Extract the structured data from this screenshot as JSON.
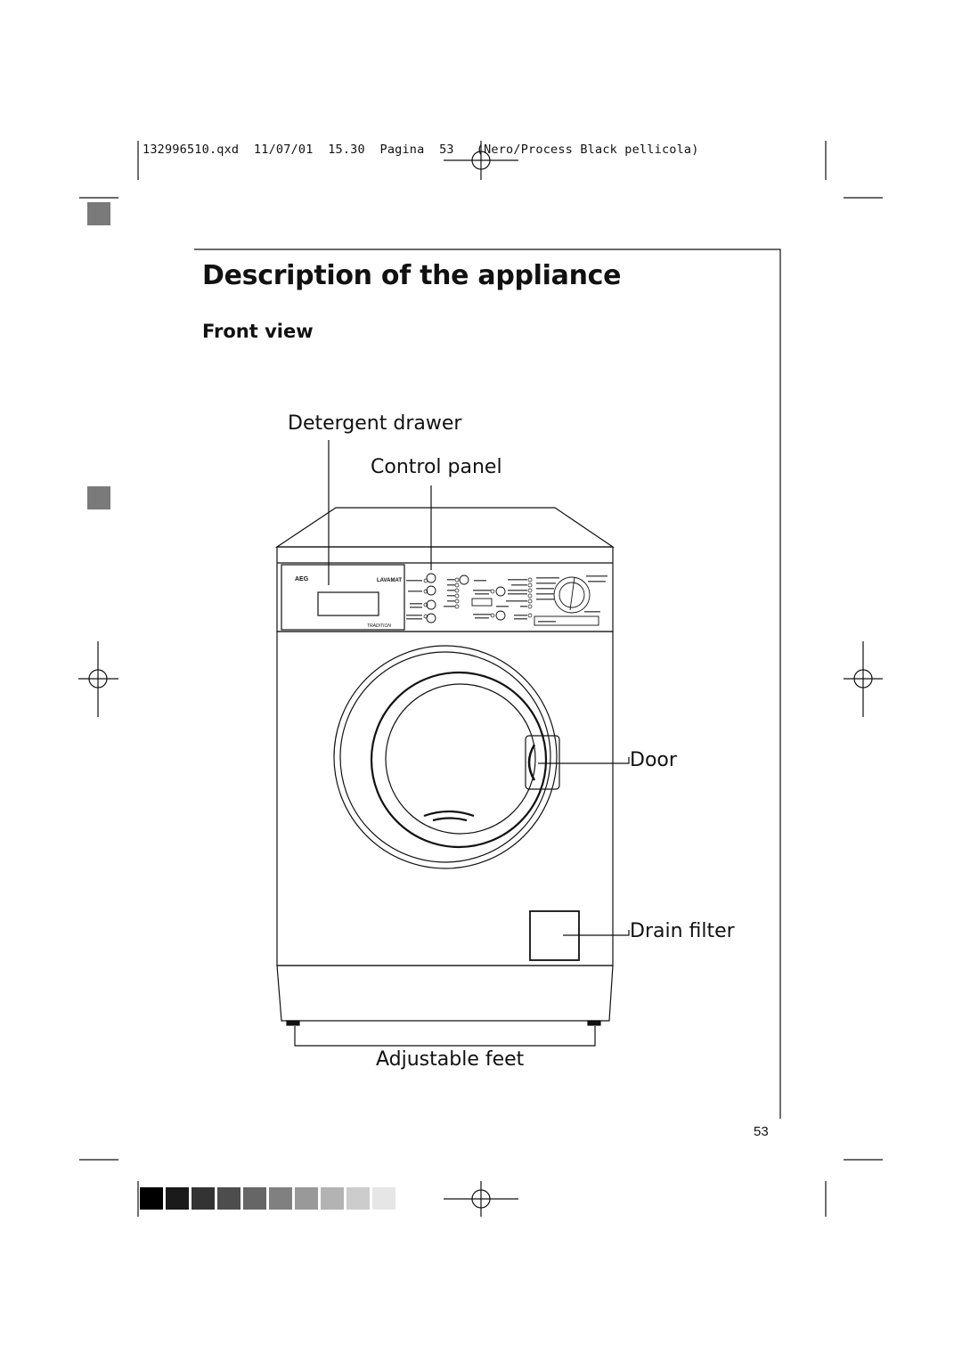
{
  "slug_line": "132996510.qxd  11/07/01  15.30  Pagina  53   (Nero/Process Black pellicola)",
  "title": "Description of the appliance",
  "subtitle": "Front view",
  "labels": {
    "detergent_drawer": "Detergent drawer",
    "control_panel": "Control panel",
    "door": "Door",
    "drain_filter": "Drain filter",
    "adjustable_feet": "Adjustable feet"
  },
  "panel": {
    "brand": "AEG",
    "model": "LAVAMAT",
    "series": "TRADITION"
  },
  "page_number": "53",
  "colors": {
    "ink": "#111111",
    "marker_gray": "#7a7a7a"
  },
  "color_bar": [
    "#000000",
    "#1a1a1a",
    "#333333",
    "#4d4d4d",
    "#666666",
    "#808080",
    "#999999",
    "#b3b3b3",
    "#cccccc",
    "#e6e6e6"
  ]
}
